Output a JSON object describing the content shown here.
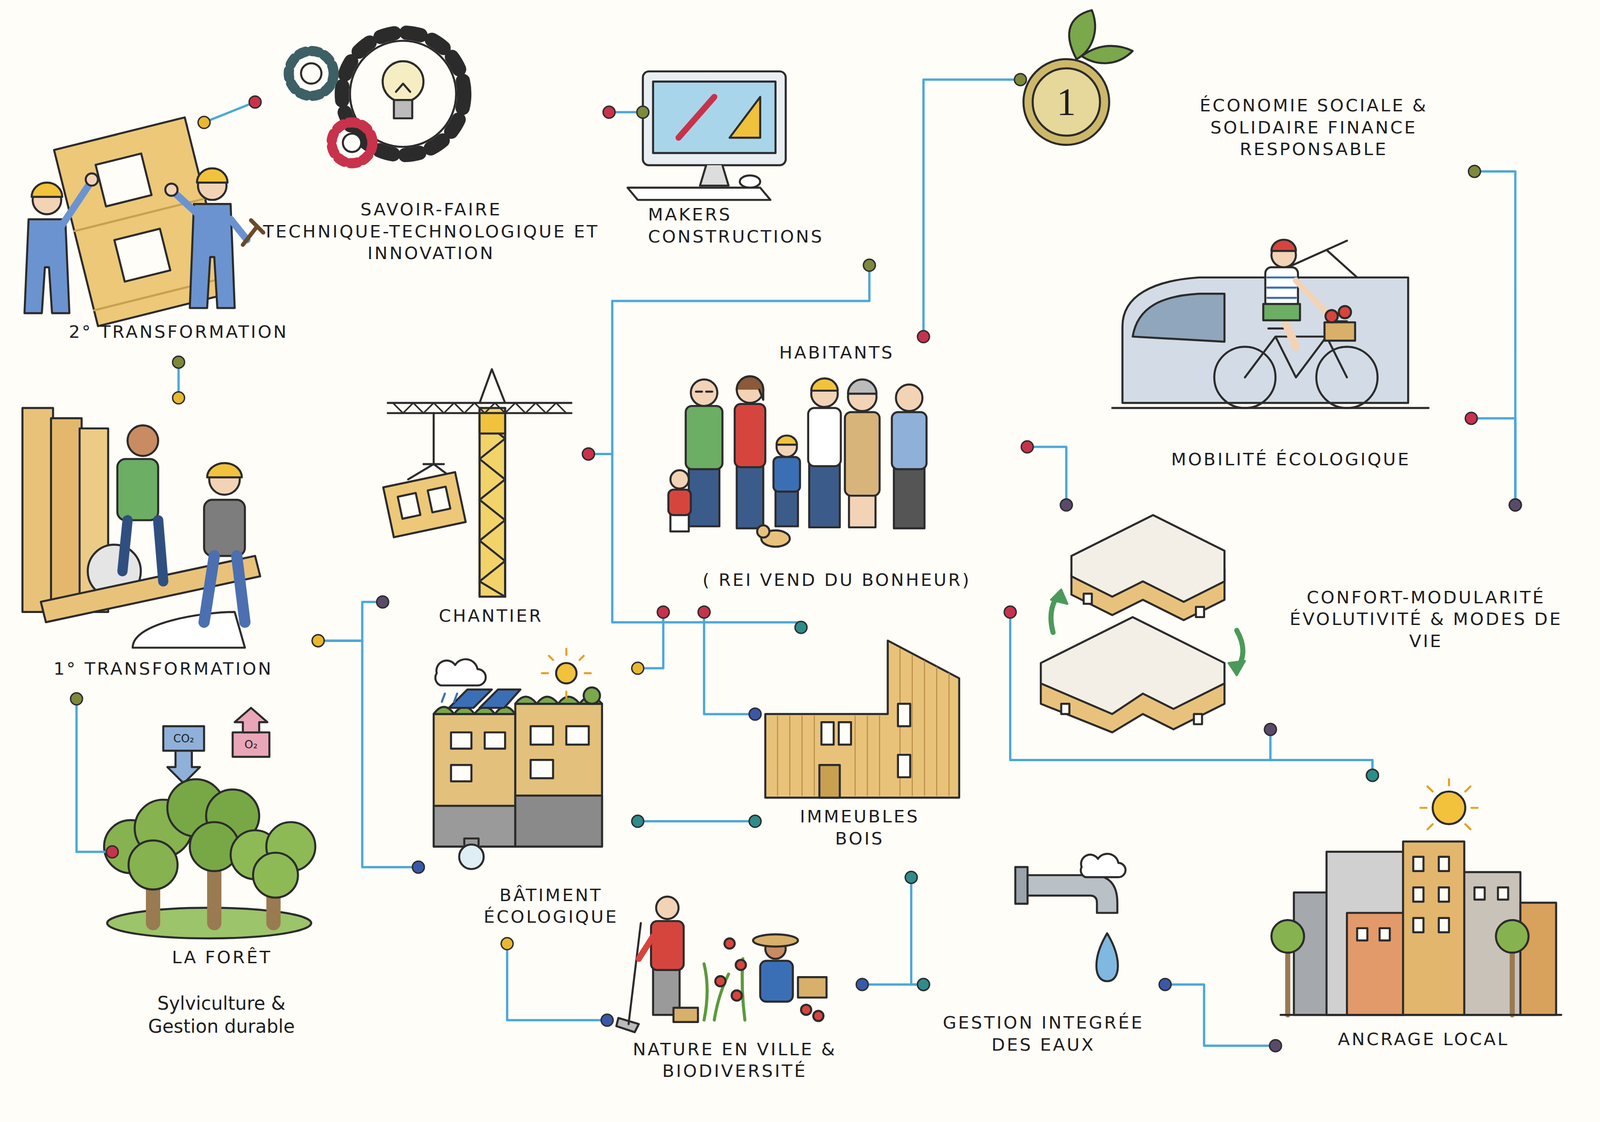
{
  "diagram": {
    "nodes": [
      {
        "text": [
          "2° TRANSFORMATION"
        ]
      },
      {
        "text": [
          "SAVOIR-FAIRE TECHNIQUE-TECHNOLOGIQUE ET INNOVATION"
        ]
      },
      {
        "text": [
          "MAKERS CONSTRUCTIONS"
        ]
      },
      {
        "text": [
          "ÉCONOMIE SOCIALE & SOLIDAIRE FINANCE RESPONSABLE"
        ]
      },
      {
        "text": [
          "HABITANTS",
          "( REI VEND DU BONHEUR)"
        ]
      },
      {
        "text": [
          "MOBILITÉ ÉCOLOGIQUE"
        ]
      },
      {
        "text": [
          "1° TRANSFORMATION"
        ]
      },
      {
        "text": [
          "CHANTIER"
        ]
      },
      {
        "text": [
          "CONFORT-MODULARITÉ ÉVOLUTIVITÉ & MODES DE VIE"
        ]
      },
      {
        "text": [
          "IMMEUBLES BOIS"
        ]
      },
      {
        "text": [
          "BÂTIMENT ÉCOLOGIQUE"
        ]
      },
      {
        "text": [
          "LA FORÊT",
          "Sylviculture & Gestion durable"
        ]
      },
      {
        "text": [
          "NATURE EN VILLE & BIODIVERSITÉ"
        ]
      },
      {
        "text": [
          "GESTION INTEGRÉE DES EAUX"
        ]
      },
      {
        "text": [
          "ANCRAGE LOCAL"
        ]
      }
    ],
    "edges": [
      {
        "from": 0,
        "to": 1,
        "arrow": "none"
      },
      {
        "from": 1,
        "to": 2,
        "arrow": "none"
      },
      {
        "from": 0,
        "to": 6,
        "arrow": "none"
      },
      {
        "from": 6,
        "to": 11,
        "arrow": "none"
      },
      {
        "from": 6,
        "to": 7,
        "arrow": "none"
      },
      {
        "from": 6,
        "to": 10,
        "arrow": "none"
      },
      {
        "from": 7,
        "to": 2,
        "arrow": "none"
      },
      {
        "from": 7,
        "to": 9,
        "arrow": "none"
      },
      {
        "from": 4,
        "to": 3,
        "arrow": "none"
      },
      {
        "from": 3,
        "to": 8,
        "arrow": "none"
      },
      {
        "from": 5,
        "to": 8,
        "arrow": "none"
      },
      {
        "from": 4,
        "to": 8,
        "arrow": "none"
      },
      {
        "from": 4,
        "to": 10,
        "arrow": "none"
      },
      {
        "from": 4,
        "to": 9,
        "arrow": "none"
      },
      {
        "from": 10,
        "to": 9,
        "arrow": "none"
      },
      {
        "from": 10,
        "to": 12,
        "arrow": "none"
      },
      {
        "from": 12,
        "to": 13,
        "arrow": "none"
      },
      {
        "from": 9,
        "to": 13,
        "arrow": "none"
      },
      {
        "from": 13,
        "to": 14,
        "arrow": "none"
      },
      {
        "from": 4,
        "to": 14,
        "arrow": "none"
      },
      {
        "from": 8,
        "to": 14,
        "arrow": "none"
      }
    ],
    "labels": [
      "CO₂",
      "O₂",
      "1"
    ]
  }
}
